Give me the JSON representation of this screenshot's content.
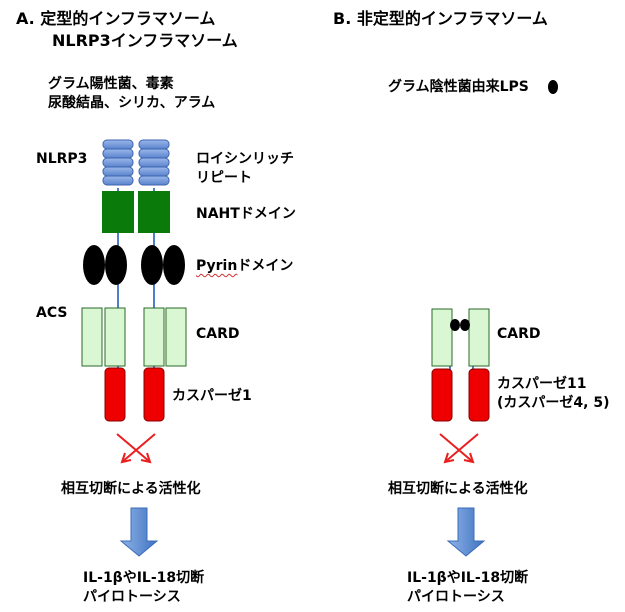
{
  "panel_a": {
    "title_line1": "A.  定型的インフラマソーム",
    "title_line2": "NLRP3インフラマソーム",
    "trigger_line1": "グラム陽性菌、毒素",
    "trigger_line2": "尿酸結晶、シリカ、アラム",
    "nlrp3_label": "NLRP3",
    "lrr_line1": "ロイシンリッチ",
    "lrr_line2": "リピート",
    "nacht_label": "NAHTドメイン",
    "pyrin_word": "Pyrin",
    "pyrin_suffix": "ドメイン",
    "acs_label": "ACS",
    "card_label": "CARD",
    "caspase_label": "カスパーゼ1",
    "activation_label": "相互切断による活性化",
    "outcome_line1": "IL-1βやIL-18切断",
    "outcome_line2": "パイロトーシス"
  },
  "panel_b": {
    "title": "B. 非定型的インフラマソーム",
    "trigger": "グラム陰性菌由来LPS",
    "card_label": "CARD",
    "caspase_line1": "カスパーゼ11",
    "caspase_line2": "(カスパーゼ4, 5)",
    "activation_label": "相互切断による活性化",
    "outcome_line1": "IL-1βやIL-18切断",
    "outcome_line2": "パイロトーシス"
  },
  "colors": {
    "lrr_blue": "#6f95d8",
    "nacht_green": "#0a7a0a",
    "pyrin_black": "#000000",
    "card_fill": "#d9f7d3",
    "caspase_red": "#ee0000",
    "cross_red": "#e82020",
    "arrow_blue": "#5b8dd3",
    "linker_blue": "#4f7fc8"
  }
}
